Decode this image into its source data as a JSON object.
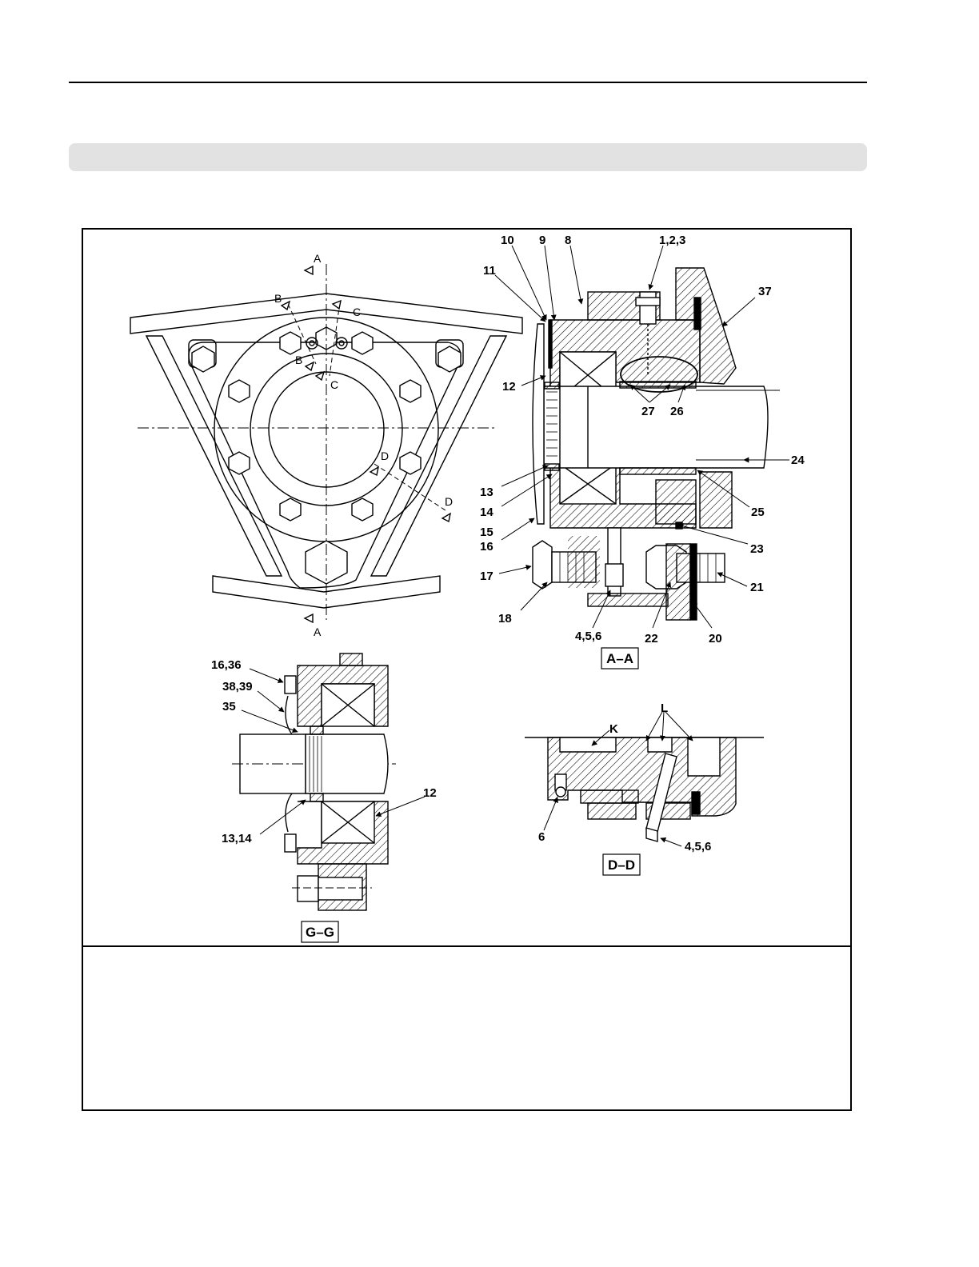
{
  "header": {
    "section_band_text": ""
  },
  "front_view": {
    "section_marks": {
      "A_top": "A",
      "A_bottom": "A",
      "B_outer": "B",
      "B_inner": "B",
      "C_outer": "C",
      "C_inner": "C",
      "D_inner": "D",
      "D_outer": "D"
    }
  },
  "section_AA": {
    "title": "A–A",
    "callouts": {
      "c10": "10",
      "c9": "9",
      "c8": "8",
      "c123": "1,2,3",
      "c37": "37",
      "c11": "11",
      "c12": "12",
      "c27": "27",
      "c26": "26",
      "c24": "24",
      "c13": "13",
      "c14": "14",
      "c25": "25",
      "c15": "15",
      "c16": "16",
      "c23": "23",
      "c17": "17",
      "c21": "21",
      "c18": "18",
      "c456": "4,5,6",
      "c22": "22",
      "c20": "20"
    }
  },
  "section_GG": {
    "title": "G–G",
    "callouts": {
      "c1636": "16,36",
      "c3839": "38,39",
      "c35": "35",
      "c12": "12",
      "c1314": "13,14"
    }
  },
  "section_DD": {
    "title": "D–D",
    "callouts": {
      "cK": "K",
      "cL": "L",
      "c6": "6",
      "c456": "4,5,6"
    }
  },
  "caption": ""
}
